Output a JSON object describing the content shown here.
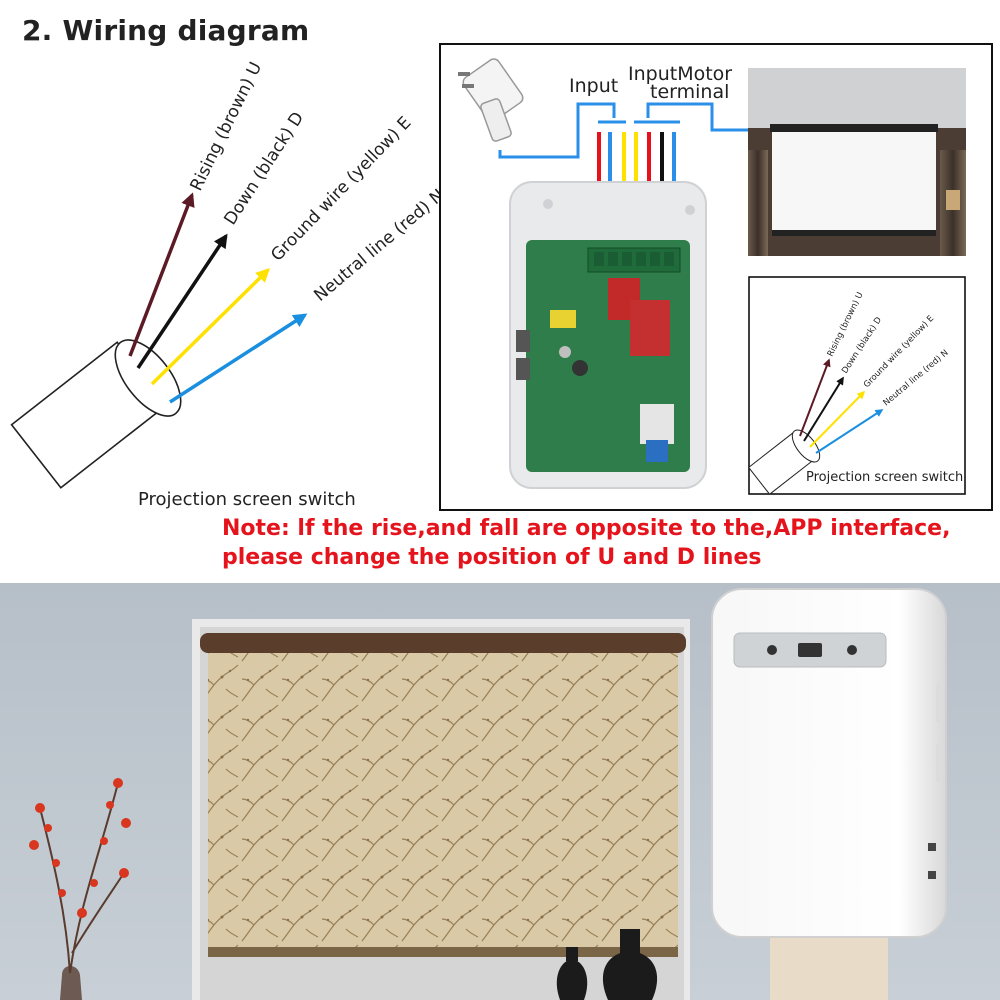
{
  "heading": "2. Wiring diagram",
  "wire_labels": {
    "rising": "Rising (brown) U",
    "down": "Down (black) D",
    "ground": "Ground wire (yellow) E",
    "neutral": "Neutral line (red) N"
  },
  "switch_caption": "Projection screen switch",
  "panel": {
    "input_label": "Input",
    "motor_label_line1": "InputMotor",
    "motor_label_line2": "terminal"
  },
  "note": {
    "line1": "Note: lf the rise,and fall are opposite to the,APP interface,",
    "line2": "please change the position of U and D lines"
  },
  "colors": {
    "rising": "#5c1a26",
    "down": "#111111",
    "ground": "#ffe100",
    "neutral": "#1a8fe0",
    "note": "#e5141c",
    "red_wire": "#e8101a",
    "blue_wire": "#2a8fe8"
  }
}
